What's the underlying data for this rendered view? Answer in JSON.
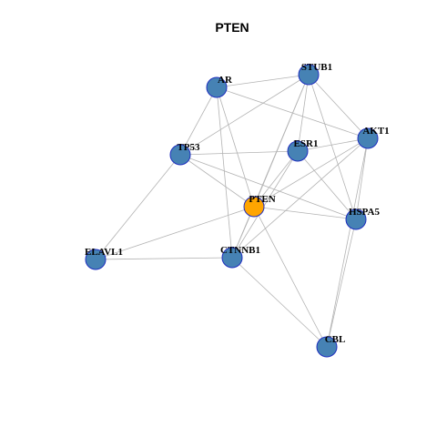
{
  "title": "PTEN",
  "colors": {
    "node_fill": "#4682b4",
    "center_fill": "#ffa500",
    "node_stroke": "#1f2fbf",
    "edge": "#b3b3b3"
  },
  "nodes": [
    {
      "id": "PTEN",
      "label": "PTEN",
      "center": true
    },
    {
      "id": "AR",
      "label": "AR"
    },
    {
      "id": "STUB1",
      "label": "STUB1"
    },
    {
      "id": "AKT1",
      "label": "AKT1"
    },
    {
      "id": "ESR1",
      "label": "ESR1"
    },
    {
      "id": "TP53",
      "label": "TP53"
    },
    {
      "id": "HSPA5",
      "label": "HSPA5"
    },
    {
      "id": "ELAVL1",
      "label": "ELAVL1"
    },
    {
      "id": "CTNNB1",
      "label": "CTNNB1"
    },
    {
      "id": "CBL",
      "label": "CBL"
    }
  ],
  "edges": [
    [
      "AR",
      "STUB1"
    ],
    [
      "AR",
      "AKT1"
    ],
    [
      "AR",
      "TP53"
    ],
    [
      "AR",
      "PTEN"
    ],
    [
      "AR",
      "CTNNB1"
    ],
    [
      "STUB1",
      "TP53"
    ],
    [
      "STUB1",
      "AKT1"
    ],
    [
      "STUB1",
      "ESR1"
    ],
    [
      "STUB1",
      "PTEN"
    ],
    [
      "STUB1",
      "HSPA5"
    ],
    [
      "STUB1",
      "CTNNB1"
    ],
    [
      "AKT1",
      "ESR1"
    ],
    [
      "AKT1",
      "PTEN"
    ],
    [
      "AKT1",
      "HSPA5"
    ],
    [
      "AKT1",
      "CTNNB1"
    ],
    [
      "AKT1",
      "CBL"
    ],
    [
      "TP53",
      "ESR1"
    ],
    [
      "TP53",
      "PTEN"
    ],
    [
      "TP53",
      "HSPA5"
    ],
    [
      "TP53",
      "ELAVL1"
    ],
    [
      "ESR1",
      "PTEN"
    ],
    [
      "ESR1",
      "HSPA5"
    ],
    [
      "ESR1",
      "CTNNB1"
    ],
    [
      "PTEN",
      "HSPA5"
    ],
    [
      "PTEN",
      "ELAVL1"
    ],
    [
      "PTEN",
      "CTNNB1"
    ],
    [
      "PTEN",
      "CBL"
    ],
    [
      "HSPA5",
      "CBL"
    ],
    [
      "ELAVL1",
      "CTNNB1"
    ],
    [
      "CTNNB1",
      "CBL"
    ]
  ]
}
